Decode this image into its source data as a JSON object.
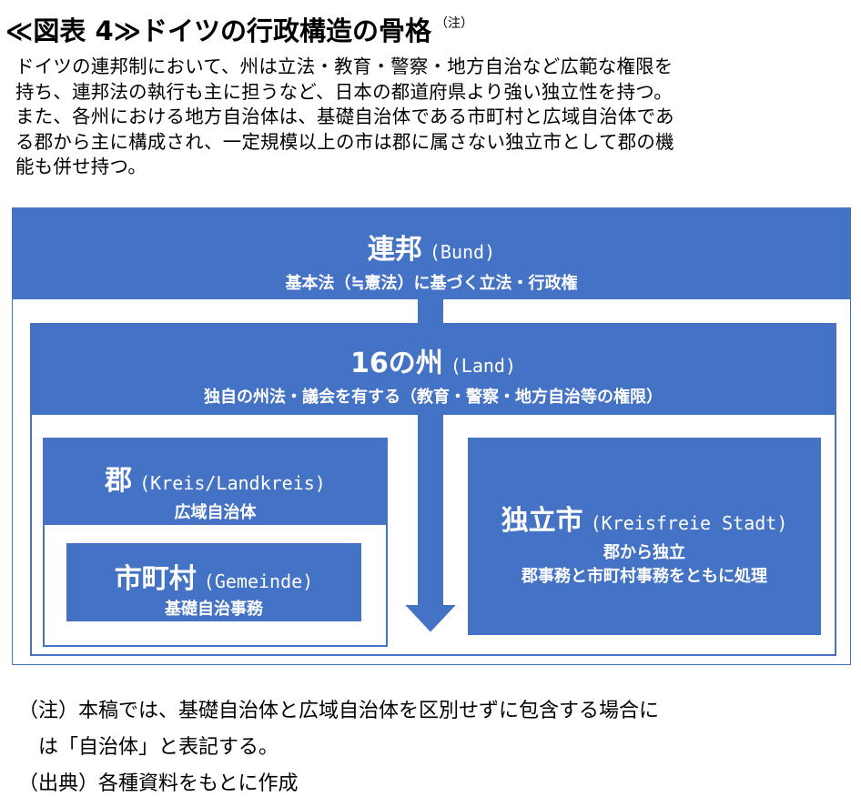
{
  "title": {
    "text": "≪図表 4≫ドイツの行政構造の骨格",
    "note_mark": "（注）"
  },
  "intro": [
    "ドイツの連邦制において、州は立法・教育・警察・地方自治など広範な権限を",
    "持ち、連邦法の執行も主に担うなど、日本の都道府県より強い独立性を持つ。",
    "また、各州における地方自治体は、基礎自治体である市町村と広域自治体であ",
    "る郡から主に構成され、一定規模以上の市は郡に属さない独立市として郡の機",
    "能も併せ持つ。"
  ],
  "diagram": {
    "federal": {
      "name": "連邦",
      "alt": "(Bund)",
      "sub": "基本法（≒憲法）に基づく立法・行政権"
    },
    "state": {
      "name": "16の州",
      "alt": "(Land)",
      "sub": "独自の州法・議会を有する（教育・警察・地方自治等の権限）"
    },
    "kreis": {
      "name": "郡",
      "alt": "(Kreis/Landkreis)",
      "sub": "広域自治体"
    },
    "gemeinde": {
      "name": "市町村",
      "alt": "(Gemeinde)",
      "sub": "基礎自治事務"
    },
    "independent_city": {
      "name": "独立市",
      "alt": "(Kreisfreie Stadt)",
      "sub1": "郡から独立",
      "sub2": "郡事務と市町村事務をともに処理"
    },
    "colors": {
      "box": "#4472c4",
      "text_on_box": "#ffffff",
      "background": "#ffffff"
    }
  },
  "footnotes": [
    "（注）本稿では、基礎自治体と広域自治体を区別せずに包含する場合に",
    "　は「自治体」と表記する。",
    "（出典）各種資料をもとに作成"
  ]
}
